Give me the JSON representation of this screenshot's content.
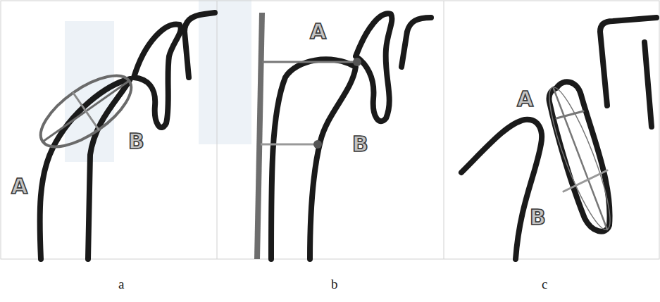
{
  "diagram": {
    "labels": [
      "A",
      "B",
      "a",
      "A",
      "B",
      "b",
      "A",
      "B",
      "c"
    ]
  }
}
